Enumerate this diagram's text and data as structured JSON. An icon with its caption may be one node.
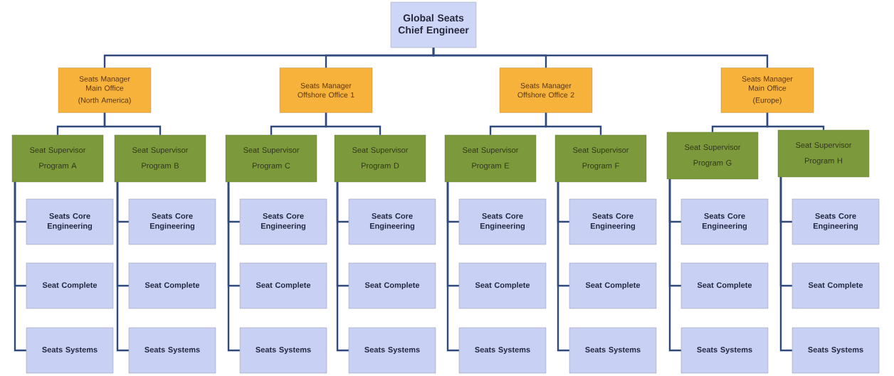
{
  "diagram": {
    "nodes": [
      {
        "text": [
          "Global Seats Chief Engineer"
        ]
      },
      {
        "text": [
          "Seats Manager Main Office",
          "(North America)"
        ]
      },
      {
        "text": [
          "Seats Manager Offshore Office 1"
        ]
      },
      {
        "text": [
          "Seats Manager Offshore Office 2"
        ]
      },
      {
        "text": [
          "Seats Manager Main Office",
          "(Europe)"
        ]
      },
      {
        "text": [
          "Seat Supervisor Program A"
        ]
      },
      {
        "text": [
          "Seat Supervisor Program B"
        ]
      },
      {
        "text": [
          "Seat Supervisor Program C"
        ]
      },
      {
        "text": [
          "Seat Supervisor Program D"
        ]
      },
      {
        "text": [
          "Seat Supervisor Program E"
        ]
      },
      {
        "text": [
          "Seat Supervisor Program F"
        ]
      },
      {
        "text": [
          "Seat Supervisor Program G"
        ]
      },
      {
        "text": [
          "Seat Supervisor Program H"
        ]
      },
      {
        "text": [
          "Seats Core Engineering"
        ]
      },
      {
        "text": [
          "Seat Complete"
        ]
      },
      {
        "text": [
          "Seats Systems"
        ]
      },
      {
        "text": [
          "Seats Core Engineering"
        ]
      },
      {
        "text": [
          "Seat Complete"
        ]
      },
      {
        "text": [
          "Seats Systems"
        ]
      },
      {
        "text": [
          "Seats Core Engineering"
        ]
      },
      {
        "text": [
          "Seat Complete"
        ]
      },
      {
        "text": [
          "Seats Systems"
        ]
      },
      {
        "text": [
          "Seats Core Engineering"
        ]
      },
      {
        "text": [
          "Seat Complete"
        ]
      },
      {
        "text": [
          "Seats Systems"
        ]
      },
      {
        "text": [
          "Seats Core Engineering"
        ]
      },
      {
        "text": [
          "Seat Complete"
        ]
      },
      {
        "text": [
          "Seats Systems"
        ]
      },
      {
        "text": [
          "Seats Core Engineering"
        ]
      },
      {
        "text": [
          "Seat Complete"
        ]
      },
      {
        "text": [
          "Seats Systems"
        ]
      },
      {
        "text": [
          "Seats Core Engineering"
        ]
      },
      {
        "text": [
          "Seat Complete"
        ]
      },
      {
        "text": [
          "Seats Systems"
        ]
      },
      {
        "text": [
          "Seats Core Engineering"
        ]
      },
      {
        "text": [
          "Seat Complete"
        ]
      },
      {
        "text": [
          "Seats Systems"
        ]
      }
    ],
    "edges": [
      {
        "from": 0,
        "to": 1,
        "arrow": "none"
      },
      {
        "from": 0,
        "to": 2,
        "arrow": "none"
      },
      {
        "from": 0,
        "to": 3,
        "arrow": "none"
      },
      {
        "from": 0,
        "to": 4,
        "arrow": "none"
      },
      {
        "from": 1,
        "to": 5,
        "arrow": "none"
      },
      {
        "from": 1,
        "to": 6,
        "arrow": "none"
      },
      {
        "from": 2,
        "to": 7,
        "arrow": "none"
      },
      {
        "from": 2,
        "to": 8,
        "arrow": "none"
      },
      {
        "from": 3,
        "to": 9,
        "arrow": "none"
      },
      {
        "from": 3,
        "to": 10,
        "arrow": "none"
      },
      {
        "from": 4,
        "to": 11,
        "arrow": "none"
      },
      {
        "from": 4,
        "to": 12,
        "arrow": "none"
      },
      {
        "from": 5,
        "to": 13,
        "arrow": "none"
      },
      {
        "from": 5,
        "to": 14,
        "arrow": "none"
      },
      {
        "from": 5,
        "to": 15,
        "arrow": "none"
      },
      {
        "from": 6,
        "to": 16,
        "arrow": "none"
      },
      {
        "from": 6,
        "to": 17,
        "arrow": "none"
      },
      {
        "from": 6,
        "to": 18,
        "arrow": "none"
      },
      {
        "from": 7,
        "to": 19,
        "arrow": "none"
      },
      {
        "from": 7,
        "to": 20,
        "arrow": "none"
      },
      {
        "from": 7,
        "to": 21,
        "arrow": "none"
      },
      {
        "from": 8,
        "to": 22,
        "arrow": "none"
      },
      {
        "from": 8,
        "to": 23,
        "arrow": "none"
      },
      {
        "from": 8,
        "to": 24,
        "arrow": "none"
      },
      {
        "from": 9,
        "to": 25,
        "arrow": "none"
      },
      {
        "from": 9,
        "to": 26,
        "arrow": "none"
      },
      {
        "from": 9,
        "to": 27,
        "arrow": "none"
      },
      {
        "from": 10,
        "to": 28,
        "arrow": "none"
      },
      {
        "from": 10,
        "to": 29,
        "arrow": "none"
      },
      {
        "from": 10,
        "to": 30,
        "arrow": "none"
      },
      {
        "from": 11,
        "to": 31,
        "arrow": "none"
      },
      {
        "from": 11,
        "to": 32,
        "arrow": "none"
      },
      {
        "from": 11,
        "to": 33,
        "arrow": "none"
      },
      {
        "from": 12,
        "to": 34,
        "arrow": "none"
      },
      {
        "from": 12,
        "to": 35,
        "arrow": "none"
      },
      {
        "from": 12,
        "to": 36,
        "arrow": "none"
      }
    ]
  }
}
